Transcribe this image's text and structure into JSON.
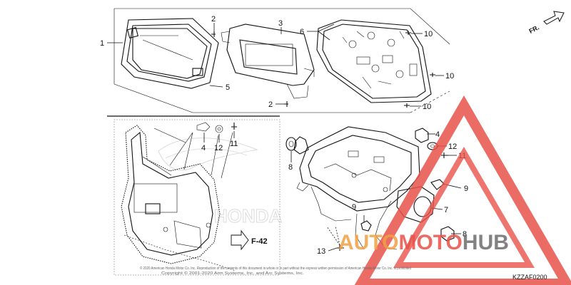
{
  "diagram": {
    "callouts": [
      {
        "id": "c1",
        "text": "1"
      },
      {
        "id": "c2a",
        "text": "2"
      },
      {
        "id": "c3",
        "text": "3"
      },
      {
        "id": "c6",
        "text": "6"
      },
      {
        "id": "c10a",
        "text": "10"
      },
      {
        "id": "c10b",
        "text": "10"
      },
      {
        "id": "c5",
        "text": "5"
      },
      {
        "id": "c2b",
        "text": "2"
      },
      {
        "id": "c10c",
        "text": "10"
      },
      {
        "id": "c4a",
        "text": "4"
      },
      {
        "id": "c12a",
        "text": "12"
      },
      {
        "id": "c11a",
        "text": "11"
      },
      {
        "id": "c8a",
        "text": "8"
      },
      {
        "id": "c4b",
        "text": "4"
      },
      {
        "id": "c12b",
        "text": "12"
      },
      {
        "id": "c11b",
        "text": "11"
      },
      {
        "id": "c9a",
        "text": "9"
      },
      {
        "id": "c7",
        "text": "7"
      },
      {
        "id": "c9b",
        "text": "9"
      },
      {
        "id": "c8b",
        "text": "8"
      },
      {
        "id": "c13",
        "text": "13"
      }
    ],
    "direction_label": "FR.",
    "reference_label": "F-42",
    "diagram_code": "KZZAF0200",
    "watermark": {
      "part1": "AUTO",
      "part2": "MOTO",
      "part3": "HUB",
      "color_red": "#e8524a",
      "color_gray": "#6d6d6d"
    },
    "honda_watermark": "HONDA",
    "copyright_line1": "© 2020 American Honda Motor Co. Inc. Reproduction of the contents of this document in whole or in part without the express written permission of American Honda Motor Co. Inc. is prohibited",
    "copyright_line2": "Copyright © 2001-2020 Arm Systems, Inc. and Arc Systems, Inc."
  }
}
